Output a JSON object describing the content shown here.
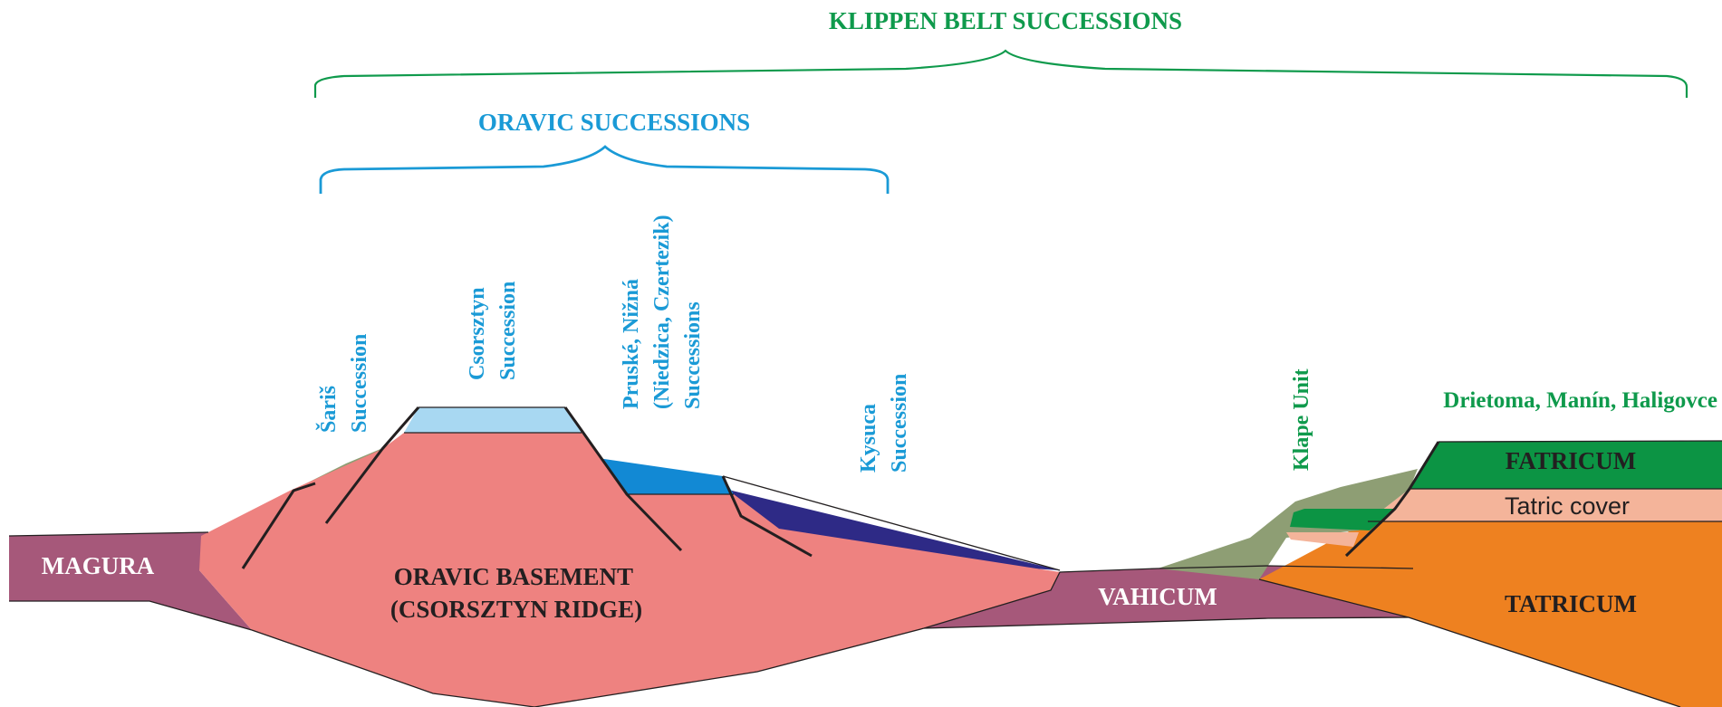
{
  "colors": {
    "klippen_green": "#0f9a4c",
    "oravic_blue": "#1a9ad6",
    "magura_vahicum": "#a6587a",
    "oravic_basement": "#ee8280",
    "csorsztyn_cap": "#a8d8f2",
    "pruske_layer": "#1289d4",
    "kysuca_layer": "#2e2a86",
    "olive_cover": "#8e9e74",
    "fatricum": "#0c9444",
    "tatric_cover": "#f4b49a",
    "tatricum": "#ee8120",
    "fault_line": "#231f20"
  },
  "labels": {
    "klippen_belt": "KLIPPEN BELT SUCCESSIONS",
    "oravic_successions": "ORAVIC SUCCESSIONS",
    "saris": [
      "Šariš",
      "Succession"
    ],
    "csorsztyn": [
      "Csorsztyn",
      "Succession"
    ],
    "pruske": [
      "Pruské, Nižná",
      "(Niedzica, Czertezik)",
      "Successions"
    ],
    "kysuca": [
      "Kysuca",
      "Succession"
    ],
    "klape_unit": "Klape Unit",
    "drietoma": "Drietoma, Manín, Haligovce",
    "magura": "MAGURA",
    "oravic_basement": [
      "ORAVIC BASEMENT",
      "(CSORSZTYN RIDGE)"
    ],
    "vahicum": "VAHICUM",
    "fatricum": "FATRICUM",
    "tatric_cover": "Tatric cover",
    "tatricum": "TATRICUM"
  }
}
